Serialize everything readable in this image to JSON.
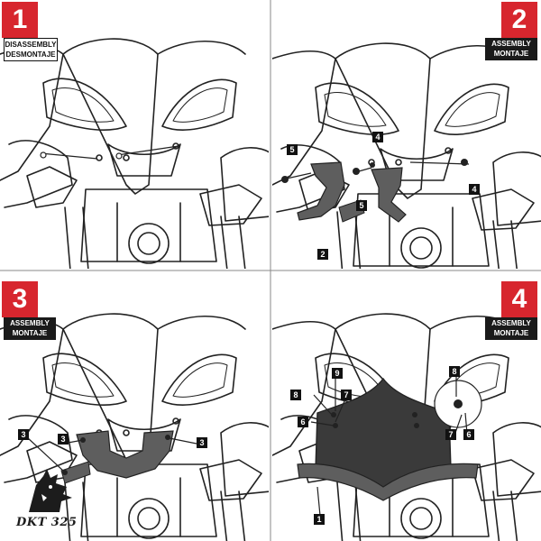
{
  "panels": [
    {
      "number": "1",
      "step": [
        "DISASSEMBLY",
        "DESMONTAJE"
      ],
      "callouts": []
    },
    {
      "number": "2",
      "step": [
        "ASSEMBLY",
        "MONTAJE"
      ],
      "callouts": [
        "5",
        "4",
        "5",
        "4",
        "2"
      ]
    },
    {
      "number": "3",
      "step": [
        "ASSEMBLY",
        "MONTAJE"
      ],
      "callouts": [
        "3",
        "3",
        "3"
      ]
    },
    {
      "number": "4",
      "step": [
        "ASSEMBLY",
        "MONTAJE"
      ],
      "callouts": [
        "9",
        "8",
        "7",
        "6",
        "8",
        "7",
        "6",
        "1"
      ]
    }
  ],
  "watermark": "DKT 325",
  "colors": {
    "panel_number_bg": "#d7262e",
    "step_label_bg": "#1a1a1a",
    "line": "#222222",
    "part_fill": "#5e5e5e",
    "screen_fill": "#3a3a3a",
    "background": "#ffffff"
  },
  "icons": [
    "wolf-logo-icon"
  ]
}
